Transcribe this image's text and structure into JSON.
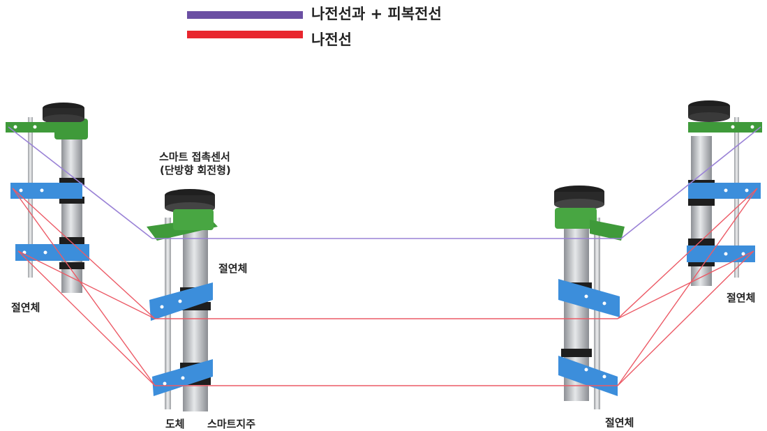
{
  "legend": {
    "items": [
      {
        "label": "나전선과 + 피복전선",
        "color": "#6b4fa3"
      },
      {
        "label": "나전선",
        "color": "#e8262e"
      }
    ]
  },
  "labels": {
    "sensor_line1": "스마트 접촉센서",
    "sensor_line2": "(단방향 회전형)",
    "insulator": "절연체",
    "conductor": "도체",
    "smart_pole": "스마트지주"
  },
  "colors": {
    "wire_purple": "#9a82d6",
    "wire_red": "#ec5a66",
    "bracket_blue": "#3c8edb",
    "sensor_green": "#3f9a3a",
    "pole_gray": "#b9bcc0",
    "cap_black": "#2a2a2a"
  }
}
